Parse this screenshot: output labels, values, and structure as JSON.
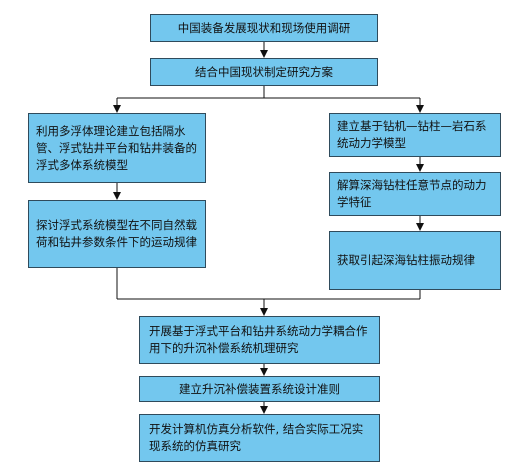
{
  "flowchart": {
    "step1": "中国装备发展现状和现场使用调研",
    "step2": "结合中国现状制定研究方案",
    "left1": "利用多浮体理论建立包括隔水管、浮式钻井平台和钻井装备的浮式多体系统模型",
    "left2": "探讨浮式系统模型在不同自然载荷和钻井参数条件下的运动规律",
    "right1": "建立基于钻机—钻柱—岩石系统动力学模型",
    "right2": "解算深海钻柱任意节点的动力学特征",
    "right3": "获取引起深海钻柱振动规律",
    "step3": "开展基于浮式平台和钻井系统动力学耦合作用下的升沉补偿系统机理研究",
    "step4": "建立升沉补偿装置系统设计准则",
    "step5": "开发计算机仿真分析软件, 结合实际工况实现系统的仿真研究"
  }
}
